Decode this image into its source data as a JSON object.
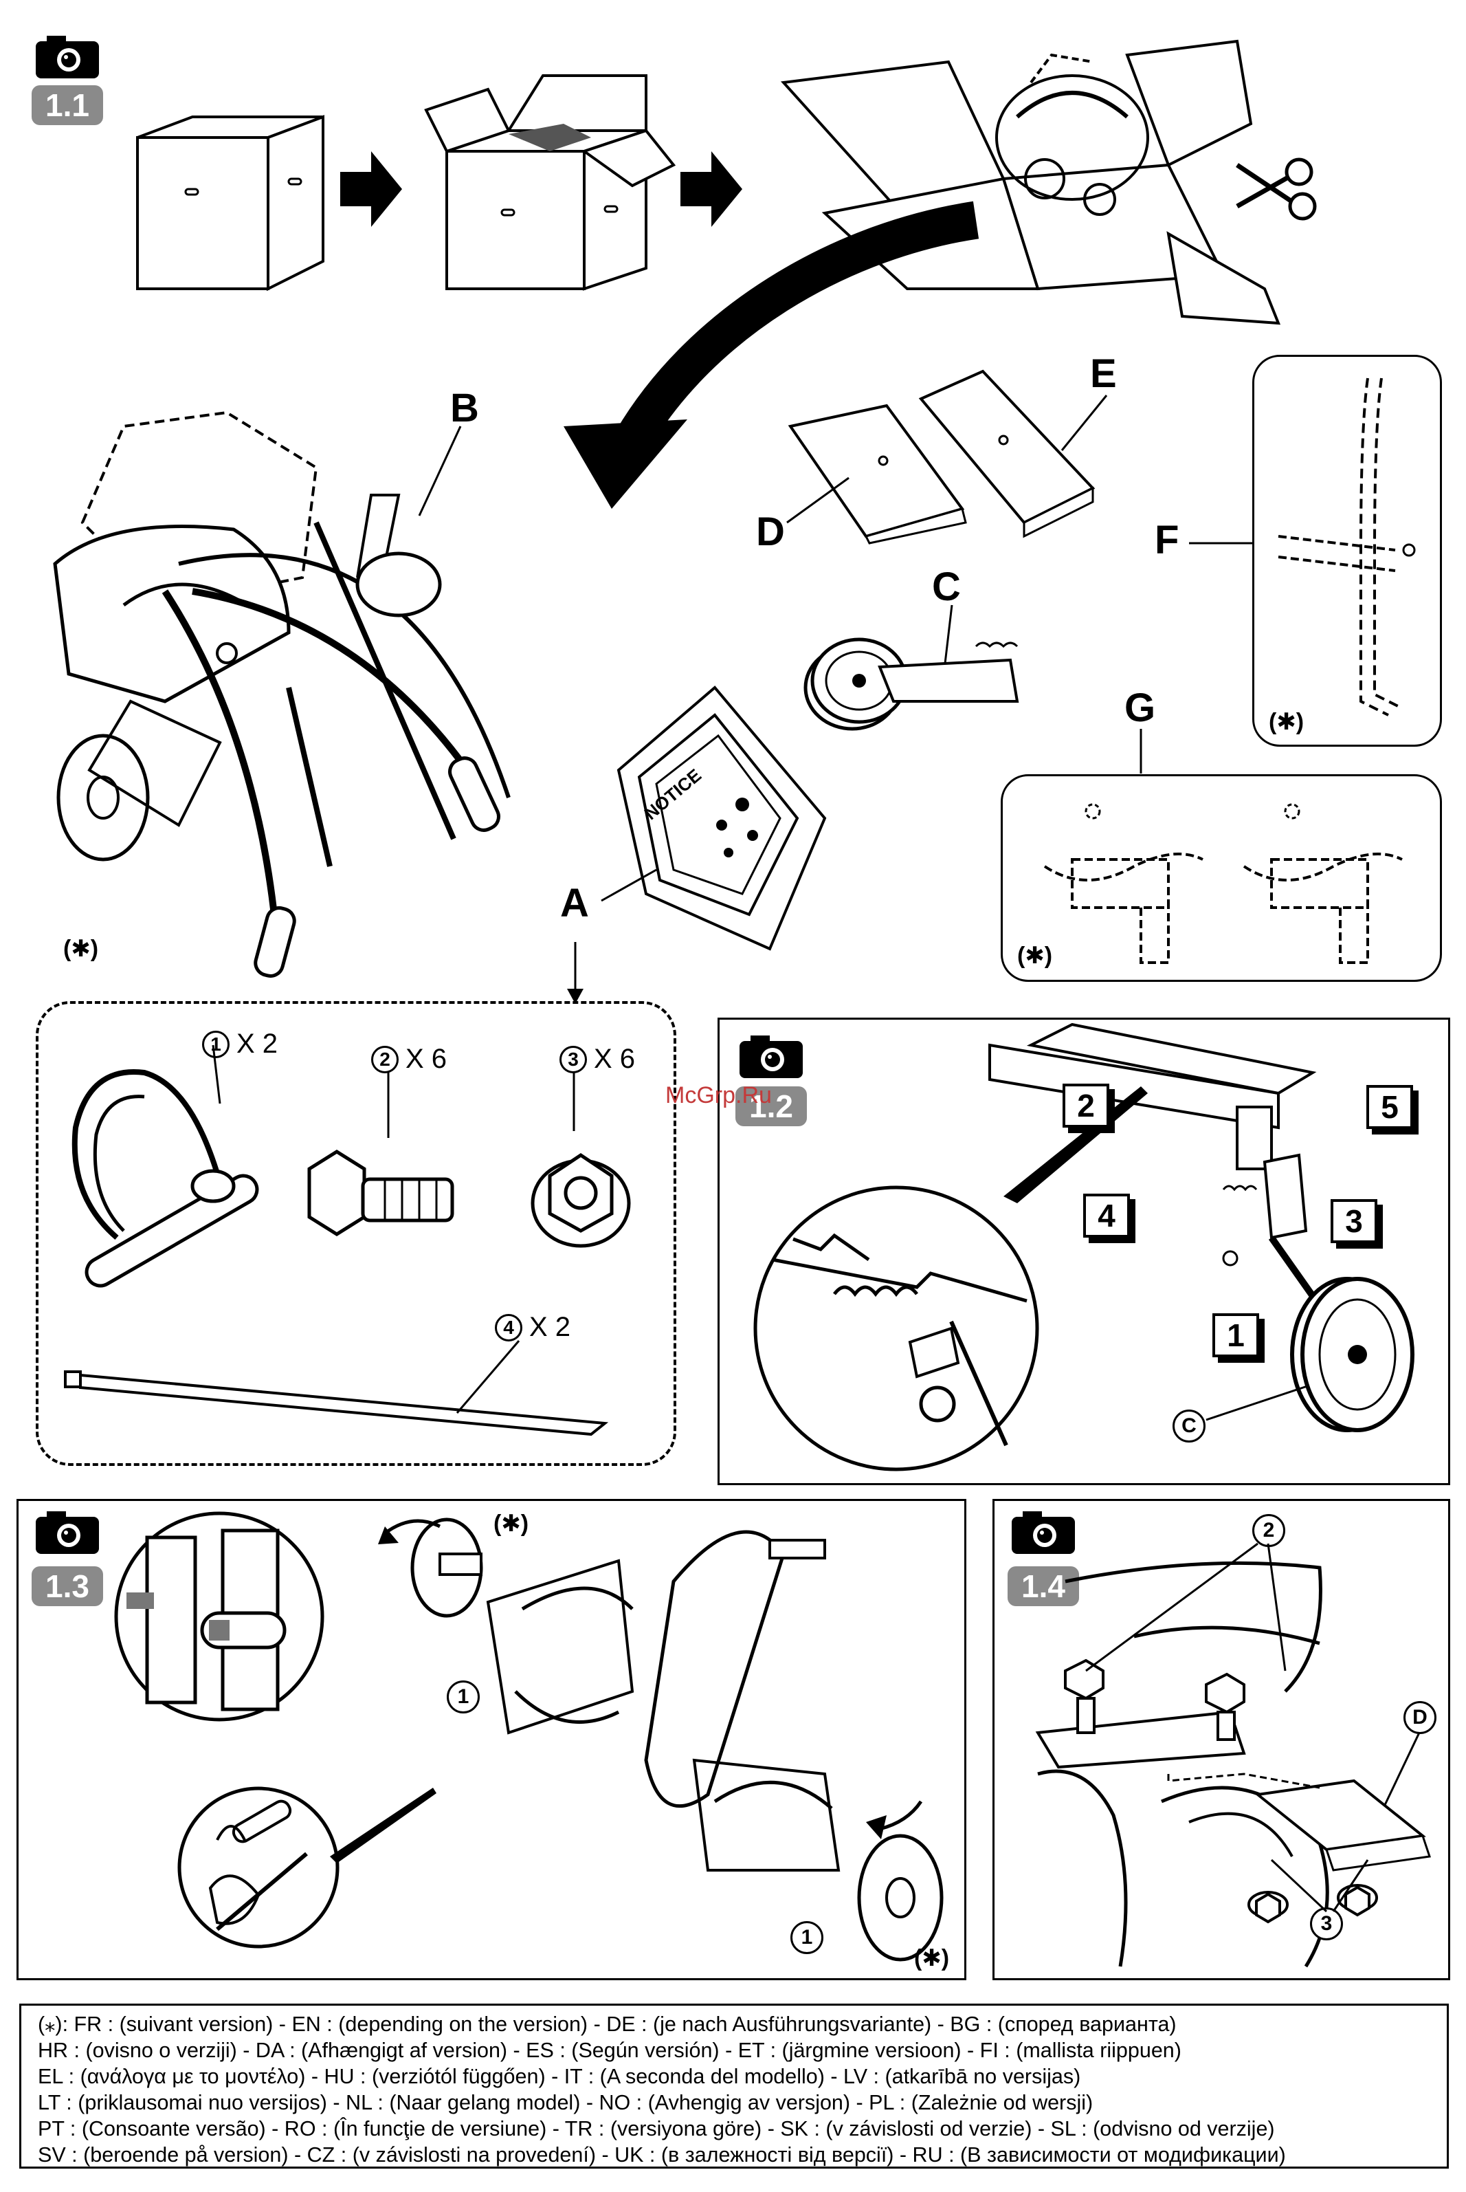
{
  "section_1_1": {
    "badge": "1.1",
    "labels": {
      "A": "A",
      "B": "B",
      "C": "C",
      "D": "D",
      "E": "E",
      "F": "F",
      "G": "G"
    },
    "notice_text": "NOTICE",
    "star_mark": "(✱)"
  },
  "kit_parts": [
    {
      "num": "1",
      "qty": "X 2"
    },
    {
      "num": "2",
      "qty": "X 6"
    },
    {
      "num": "3",
      "qty": "X 6"
    },
    {
      "num": "4",
      "qty": "X 2"
    }
  ],
  "section_1_2": {
    "badge": "1.2",
    "steps": [
      "1",
      "2",
      "3",
      "4",
      "5"
    ],
    "part_label": "C",
    "watermark": "McGrp.Ru"
  },
  "section_1_3": {
    "badge": "1.3",
    "part_num": "1",
    "star_mark": "(✱)"
  },
  "section_1_4": {
    "badge": "1.4",
    "bolt_num": "2",
    "nut_num": "3",
    "part_label": "D"
  },
  "footer_lines": [
    "(⁎): FR : (suivant version) - EN : (depending on the version) - DE : (je nach Ausführungsvariante) - BG : (според варианта)",
    "HR : (ovisno o verziji) - DA : (Afhængigt af version) - ES : (Según versión) - ET : (järgmine versioon) - FI : (mallista riippuen)",
    "EL : (ανάλογα με το μοντέλο) - HU : (verziótól függően) - IT : (A seconda del modello) - LV : (atkarībā no versijas)",
    "LT : (priklausomai nuo versijos) - NL : (Naar gelang model) - NO : (Avhengig av versjon) - PL : (Zależnie od wersji)",
    "PT : (Consoante versão) - RO : (În funcţie de versiune) - TR : (versiyona göre) - SK : (v závislosti od verzie) - SL : (odvisno od verzije)",
    "SV : (beroende på version) - CZ : (v závislosti na provedení) - UK : (в залежності від версії) - RU : (В зависимости от модификации)"
  ]
}
